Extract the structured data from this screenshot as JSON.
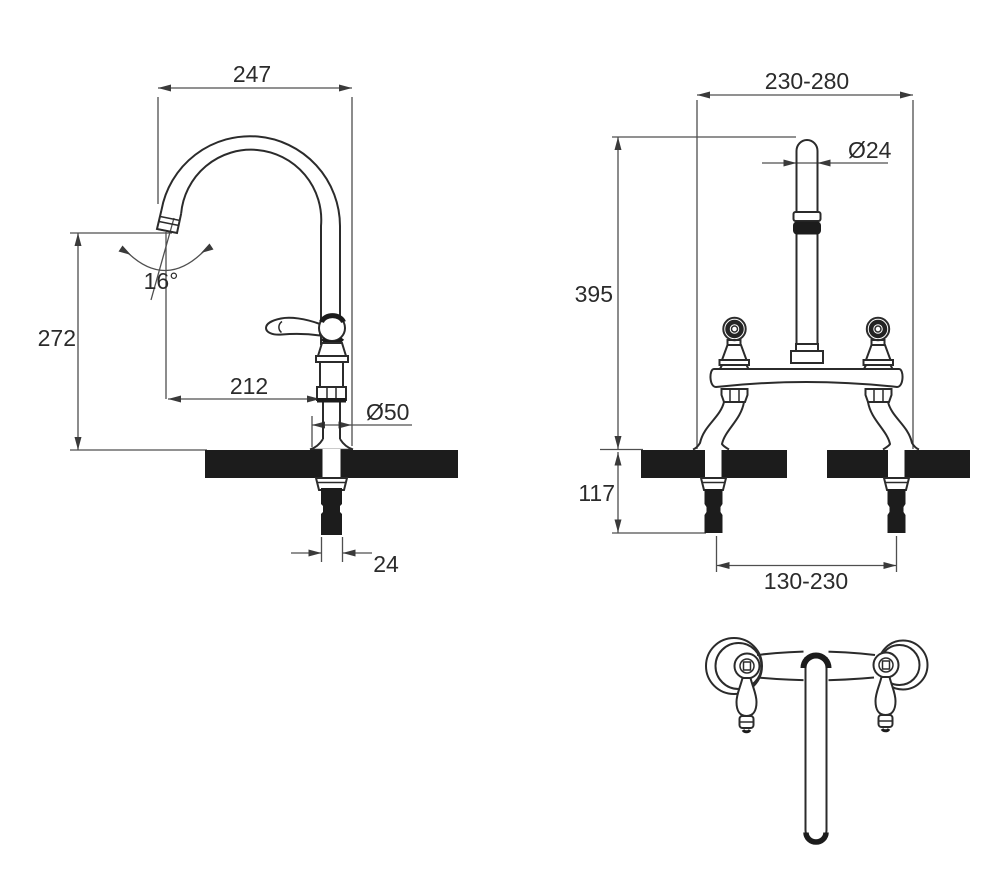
{
  "colors": {
    "background": "#ffffff",
    "line": "#2b2b2b",
    "dimension_line": "#4f4f4f",
    "solid_fill": "#1c1c1c"
  },
  "dims": {
    "side": {
      "spout_reach": "247",
      "height_to_outlet": "272",
      "outlet_angle": "16°",
      "outlet_to_axis": "212",
      "base_diameter": "Ø50",
      "shank_width": "24"
    },
    "front": {
      "overall_width": "230-280",
      "spout_diameter": "Ø24",
      "overall_height": "395",
      "below_counter": "117",
      "hole_centres": "130-230"
    }
  }
}
